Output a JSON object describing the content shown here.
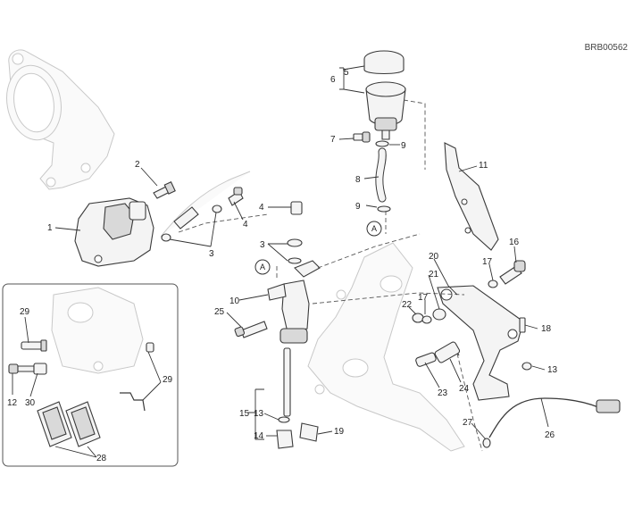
{
  "diagram": {
    "code": "BRB00562",
    "callout_circle": "A",
    "labels": {
      "l1": "1",
      "l2": "2",
      "l3a": "3",
      "l3b": "3",
      "l4a": "4",
      "l4b": "4",
      "l5": "5",
      "l6": "6",
      "l7": "7",
      "l8": "8",
      "l9a": "9",
      "l9b": "9",
      "l10": "10",
      "l11": "11",
      "l12": "12",
      "l13a": "13",
      "l13b": "13",
      "l14": "14",
      "l15": "15",
      "l16": "16",
      "l17a": "17",
      "l17b": "17",
      "l18": "18",
      "l19": "19",
      "l20": "20",
      "l21": "21",
      "l22": "22",
      "l23": "23",
      "l24": "24",
      "l25": "25",
      "l26": "26",
      "l27": "27",
      "l28": "28",
      "l29a": "29",
      "l29b": "29",
      "l30": "30"
    }
  }
}
